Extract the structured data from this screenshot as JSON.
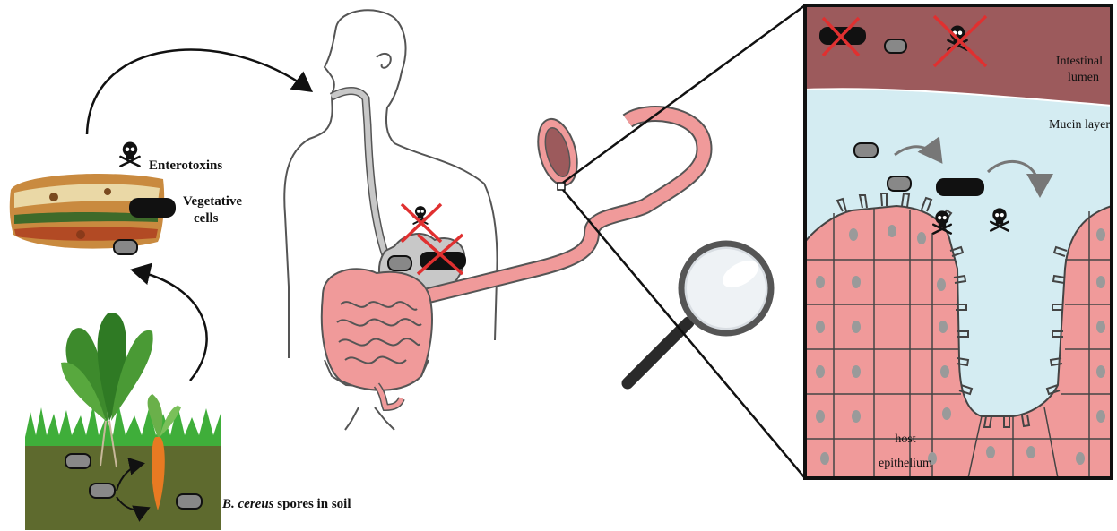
{
  "labels": {
    "enterotoxins": "Enterotoxins",
    "vegetative_line1": "Vegetative",
    "vegetative_line2": "cells",
    "spores_italic": "B. cereus",
    "spores_rest": " spores in soil",
    "intestinal_line1": "Intestinal",
    "intestinal_line2": "lumen",
    "mucin": "Mucin layer",
    "host_line1": "host",
    "host_line2": "epithelium"
  },
  "colors": {
    "intestine_pink": "#f09a9a",
    "lumen_brown": "#9c5a5c",
    "mucin_blue": "#d4ecf2",
    "cross_red": "#e03030",
    "soil_green": "#5e6a2e",
    "grass_green": "#3fae3a",
    "nucleus_gray": "#9a9a9a"
  }
}
